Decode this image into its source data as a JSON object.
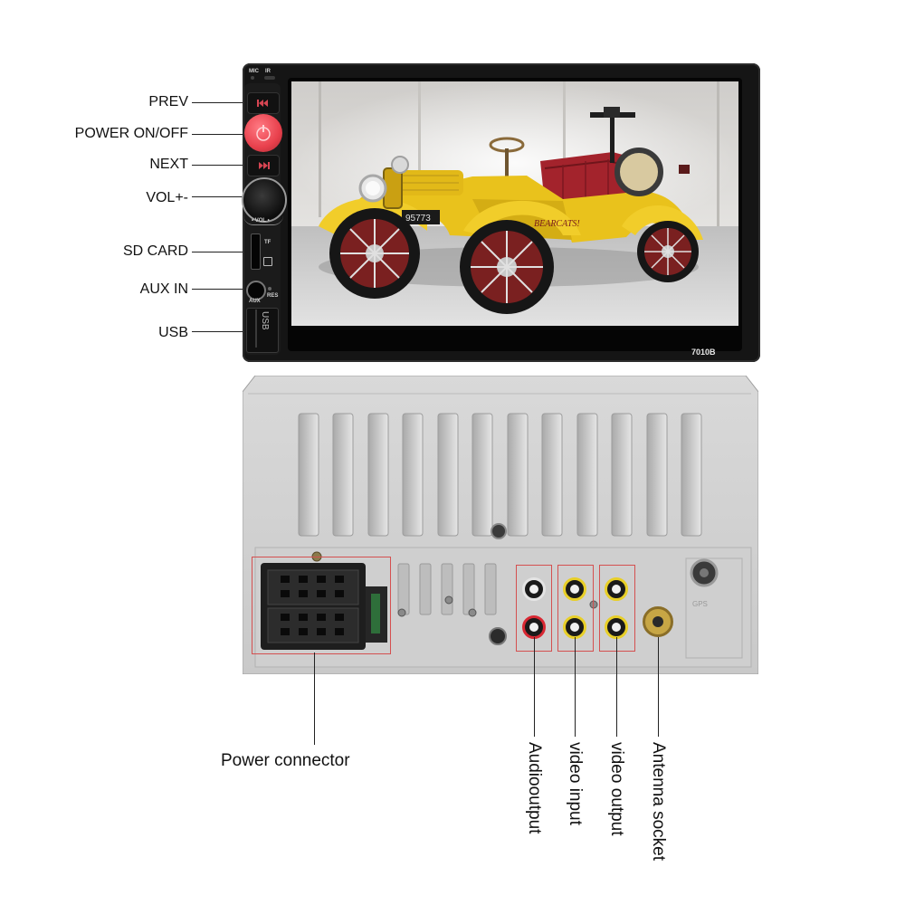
{
  "front": {
    "labels": {
      "prev": "PREV",
      "power": "POWER  ON/OFF",
      "next": "NEXT",
      "vol": "VOL+-",
      "sd_card": "SD  CARD",
      "aux_in": "AUX IN",
      "usb": "USB"
    },
    "panel_text": {
      "mic": "MIC",
      "ir": "IR",
      "vol": "• VOL •",
      "tf": "TF",
      "aux": "AUX",
      "res": "RES",
      "usb": "USB",
      "model": "7010B"
    },
    "display_image": {
      "plate": "95773",
      "car_text": "BEARCATS!"
    },
    "accent_colors": {
      "power_button": "#e8404c",
      "car_yellow": "#e9c21c",
      "seat_red": "#a3232c"
    }
  },
  "back": {
    "connector_labels": {
      "power": "Power connector",
      "audio_output": "Audiooutput",
      "video_input": "video input",
      "video_output": "video output",
      "antenna": "Antenna socket"
    },
    "panel_text": {
      "gps": "GPS"
    }
  }
}
